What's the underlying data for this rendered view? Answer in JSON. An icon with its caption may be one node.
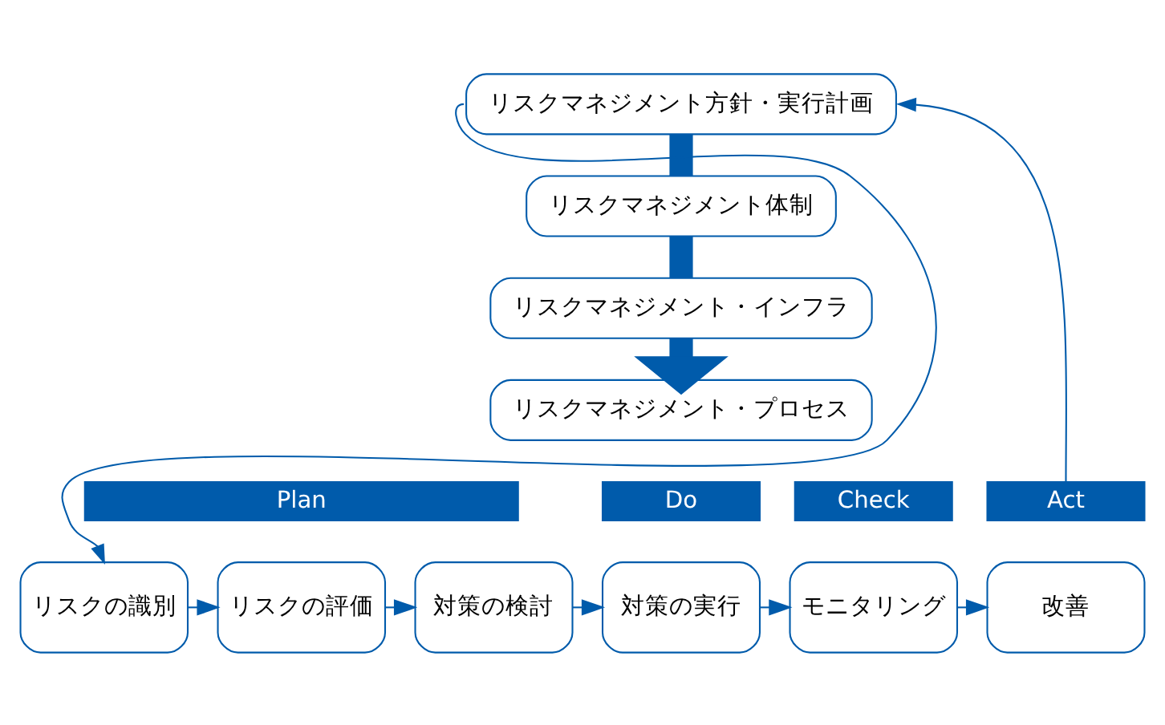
{
  "diagram": {
    "nodes": [
      {
        "text": [
          "リスクマネジメント方針・実行計画"
        ]
      },
      {
        "text": [
          "リスクマネジメント体制"
        ]
      },
      {
        "text": [
          "リスクマネジメント・インフラ"
        ]
      },
      {
        "text": [
          "リスクマネジメント・プロセス"
        ]
      },
      {
        "text": [
          "Plan"
        ]
      },
      {
        "text": [
          "リスクの識別"
        ]
      },
      {
        "text": [
          "リスクの評価"
        ]
      },
      {
        "text": [
          "対策の検討"
        ]
      },
      {
        "text": [
          "Do"
        ]
      },
      {
        "text": [
          "対策の実行"
        ]
      },
      {
        "text": [
          "Check"
        ]
      },
      {
        "text": [
          "モニタリング"
        ]
      },
      {
        "text": [
          "Act"
        ]
      },
      {
        "text": [
          "改善"
        ]
      }
    ],
    "edges": [
      {
        "from": 0,
        "to": 1,
        "arrow": "none",
        "style": "thick"
      },
      {
        "from": 1,
        "to": 2,
        "arrow": "none",
        "style": "thick"
      },
      {
        "from": 2,
        "to": 3,
        "arrow": "to",
        "style": "thick"
      },
      {
        "from": 0,
        "to": 5,
        "arrow": "to"
      },
      {
        "from": 12,
        "to": 0,
        "arrow": "to"
      },
      {
        "from": 5,
        "to": 6,
        "arrow": "to"
      },
      {
        "from": 6,
        "to": 7,
        "arrow": "to"
      },
      {
        "from": 7,
        "to": 9,
        "arrow": "to"
      },
      {
        "from": 9,
        "to": 11,
        "arrow": "to"
      },
      {
        "from": 11,
        "to": 13,
        "arrow": "to"
      }
    ]
  }
}
